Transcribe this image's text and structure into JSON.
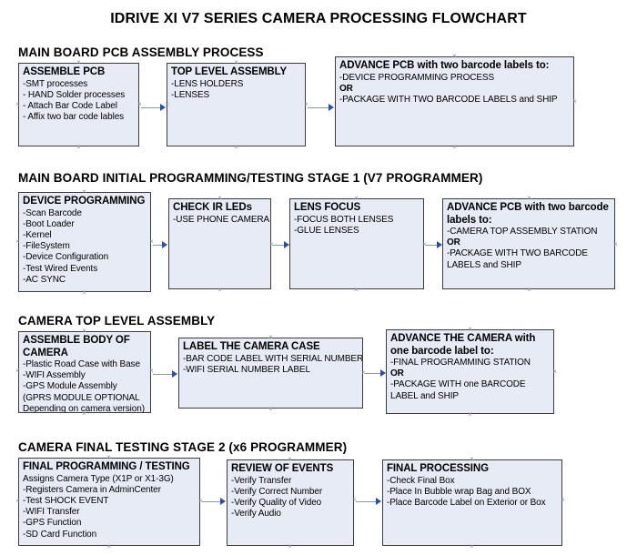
{
  "document": {
    "title": "IDRIVE XI V7 SERIES CAMERA PROCESSING FLOWCHART",
    "colors": {
      "box_fill": "#e6ebf5",
      "box_border": "#3b3b3b",
      "connector_line": "#8b96ab",
      "arrow_head": "#2b4ea8",
      "text": "#000000",
      "background": "#ffffff"
    }
  },
  "sections": [
    {
      "id": "main-board-pcb-assembly-process",
      "header": "MAIN BOARD PCB ASSEMBLY PROCESS",
      "boxes": [
        {
          "id": "assemble-pcb",
          "heading": "ASSEMBLE PCB",
          "lines": [
            {
              "text": "-SMT processes",
              "bold": false
            },
            {
              "text": "- HAND Solder processes",
              "bold": false
            },
            {
              "text": "- Attach Bar Code Label",
              "bold": false
            },
            {
              "text": "- Affix two bar code lables",
              "bold": false
            }
          ]
        },
        {
          "id": "top-level-assembly",
          "heading": "TOP LEVEL ASSEMBLY",
          "lines": [
            {
              "text": "-LENS HOLDERS",
              "bold": false
            },
            {
              "text": "-LENSES",
              "bold": false
            }
          ]
        },
        {
          "id": "advance-pcb-two-barcode-labels",
          "heading": "ADVANCE PCB with two barcode labels to:",
          "lines": [
            {
              "text": "-DEVICE PROGRAMMING PROCESS",
              "bold": false
            },
            {
              "text": "OR",
              "bold": true
            },
            {
              "text": "-PACKAGE WITH TWO BARCODE LABELS and SHIP",
              "bold": false
            }
          ]
        }
      ]
    },
    {
      "id": "main-board-initial-programming-testing-stage-1",
      "header": "MAIN BOARD INITIAL PROGRAMMING/TESTING STAGE 1 (V7 PROGRAMMER)",
      "boxes": [
        {
          "id": "device-programming",
          "heading": "DEVICE PROGRAMMING",
          "lines": [
            {
              "text": "-Scan Barcode",
              "bold": false
            },
            {
              "text": "-Boot Loader",
              "bold": false
            },
            {
              "text": "-Kernel",
              "bold": false
            },
            {
              "text": "-FileSystem",
              "bold": false
            },
            {
              "text": "-Device Configuration",
              "bold": false
            },
            {
              "text": "-Test Wired Events",
              "bold": false
            },
            {
              "text": "-AC SYNC",
              "bold": false
            }
          ]
        },
        {
          "id": "check-ir-leds",
          "heading": "CHECK IR LEDs",
          "lines": [
            {
              "text": "-USE PHONE CAMERA",
              "bold": false
            }
          ]
        },
        {
          "id": "lens-focus",
          "heading": "LENS FOCUS",
          "lines": [
            {
              "text": "-FOCUS BOTH LENSES",
              "bold": false
            },
            {
              "text": "-GLUE LENSES",
              "bold": false
            }
          ]
        },
        {
          "id": "advance-pcb-to-camera-top-assembly",
          "heading": "ADVANCE PCB with two barcode labels to:",
          "lines": [
            {
              "text": "-CAMERA TOP ASSEMBLY STATION",
              "bold": false
            },
            {
              "text": "OR",
              "bold": true
            },
            {
              "text": "-PACKAGE WITH TWO BARCODE LABELS and SHIP",
              "bold": false
            }
          ]
        }
      ]
    },
    {
      "id": "camera-top-level-assembly",
      "header": "CAMERA TOP LEVEL ASSEMBLY",
      "boxes": [
        {
          "id": "assemble-body-of-camera",
          "heading": "ASSEMBLE BODY OF CAMERA",
          "lines": [
            {
              "text": "-Plastic Road Case with Base",
              "bold": false
            },
            {
              "text": "-WIFI Assembly",
              "bold": false
            },
            {
              "text": "-GPS Module Assembly",
              "bold": false
            },
            {
              "text": "(GPRS MODULE OPTIONAL",
              "bold": false
            },
            {
              "text": "Depending on camera version)",
              "bold": false
            }
          ]
        },
        {
          "id": "label-the-camera-case",
          "heading": "LABEL THE CAMERA CASE",
          "lines": [
            {
              "text": "-BAR CODE LABEL WITH SERIAL NUMBER",
              "bold": false
            },
            {
              "text": "-WIFI SERIAL NUMBER LABEL",
              "bold": false
            }
          ]
        },
        {
          "id": "advance-the-camera-one-barcode-label",
          "heading": "ADVANCE THE CAMERA with one barcode label to:",
          "lines": [
            {
              "text": "-FINAL PROGRAMMING STATION",
              "bold": false
            },
            {
              "text": "OR",
              "bold": true
            },
            {
              "text": "-PACKAGE WITH one BARCODE LABEL and SHIP",
              "bold": false
            }
          ]
        }
      ]
    },
    {
      "id": "camera-final-testing-stage-2",
      "header": "CAMERA FINAL TESTING STAGE 2 (x6 PROGRAMMER)",
      "boxes": [
        {
          "id": "final-programming-testing",
          "heading": "FINAL PROGRAMMING / TESTING",
          "lines": [
            {
              "text": "Assigns Camera Type (X1P or X1-3G)",
              "bold": false
            },
            {
              "text": "-Registers Camera in AdminCenter",
              "bold": false
            },
            {
              "text": "-Test SHOCK EVENT",
              "bold": false
            },
            {
              "text": "-WIFI Transfer",
              "bold": false
            },
            {
              "text": "-GPS Function",
              "bold": false
            },
            {
              "text": "-SD Card Function",
              "bold": false
            }
          ]
        },
        {
          "id": "review-of-events",
          "heading": "REVIEW OF EVENTS",
          "lines": [
            {
              "text": "-Verify Transfer",
              "bold": false
            },
            {
              "text": "-Verify Correct Number",
              "bold": false
            },
            {
              "text": "-Verify Quality of Video",
              "bold": false
            },
            {
              "text": "-Verify Audio",
              "bold": false
            }
          ]
        },
        {
          "id": "final-processing",
          "heading": "FINAL PROCESSING",
          "lines": [
            {
              "text": " -Check Final Box",
              "bold": false
            },
            {
              "text": "-Place In Bubble wrap Bag and BOX",
              "bold": false
            },
            {
              "text": "-Place Barcode Label on Exterior or Box",
              "bold": false
            }
          ]
        }
      ]
    }
  ]
}
